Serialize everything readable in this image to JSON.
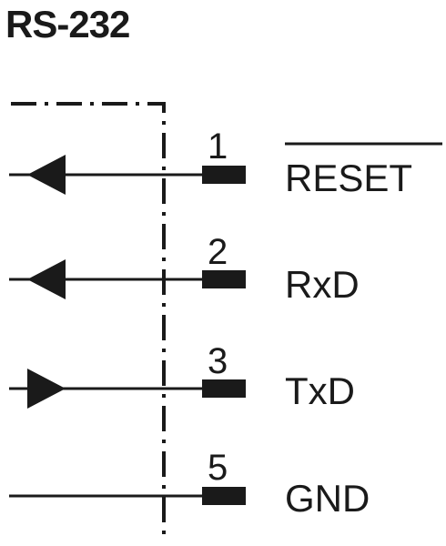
{
  "title": "RS-232",
  "pins": [
    {
      "number": "1",
      "signal": "RESET",
      "direction": "out",
      "overbar": true
    },
    {
      "number": "2",
      "signal": "RxD",
      "direction": "out",
      "overbar": false
    },
    {
      "number": "3",
      "signal": "TxD",
      "direction": "in",
      "overbar": false
    },
    {
      "number": "5",
      "signal": "GND",
      "direction": "none",
      "overbar": false
    }
  ],
  "colors": {
    "ink": "#1a1a1a",
    "background": "#ffffff"
  }
}
